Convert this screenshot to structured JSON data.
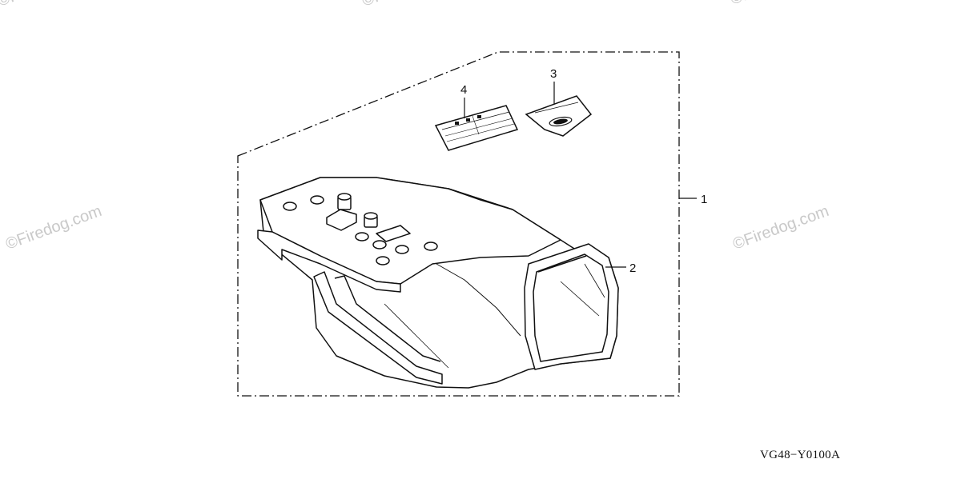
{
  "diagram": {
    "code": "VG48−Y0100A",
    "callouts": [
      "1",
      "2",
      "3",
      "4"
    ]
  },
  "watermark": {
    "text": "©Firedog.com"
  },
  "colors": {
    "line": "#111111",
    "watermark": "#c9c9c9"
  }
}
